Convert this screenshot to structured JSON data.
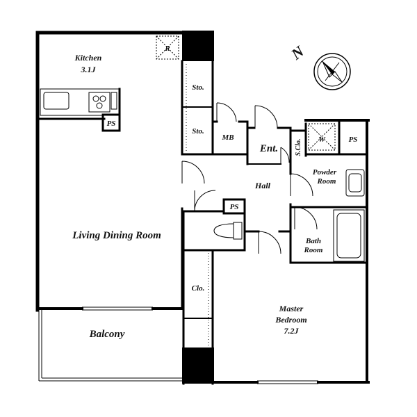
{
  "rooms": {
    "kitchen": "Kitchen",
    "kitchen_size": "3.1J",
    "living": "Living Dining Room",
    "balcony": "Balcony",
    "storage1": "Sto.",
    "storage2": "Sto.",
    "mb": "MB",
    "entrance": "Ent.",
    "shoe_closet": "S.Clo.",
    "washer": "W",
    "ps_top": "PS",
    "ps_kitchen": "PS",
    "ps_hall": "PS",
    "hall": "Hall",
    "powder1": "Powder",
    "powder2": "Room",
    "bath1": "Bath",
    "bath2": "Room",
    "closet": "Clo.",
    "master1": "Master",
    "master2": "Bedroom",
    "master_size": "7.2J",
    "fridge": "R"
  },
  "compass": {
    "label": "N"
  }
}
